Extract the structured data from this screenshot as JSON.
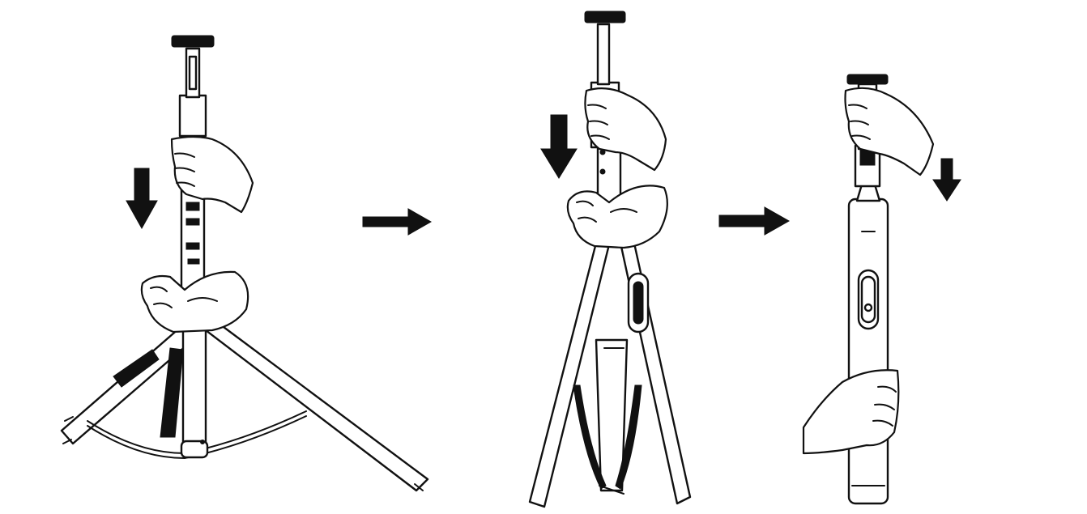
{
  "figure": {
    "panels": [
      {
        "id": "panel-1",
        "content": "tripod-extended-with-stick-raised"
      },
      {
        "id": "panel-2",
        "content": "tripod-legs-folding"
      },
      {
        "id": "panel-3",
        "content": "stick-collapsed-handheld"
      }
    ],
    "transitions": [
      "right-arrow",
      "right-arrow"
    ],
    "motion_indicators": [
      "down-arrow",
      "down-arrow",
      "down-arrow"
    ],
    "colors": {
      "line": "#111111",
      "fill": "#ffffff",
      "arrow": "#111111"
    }
  }
}
